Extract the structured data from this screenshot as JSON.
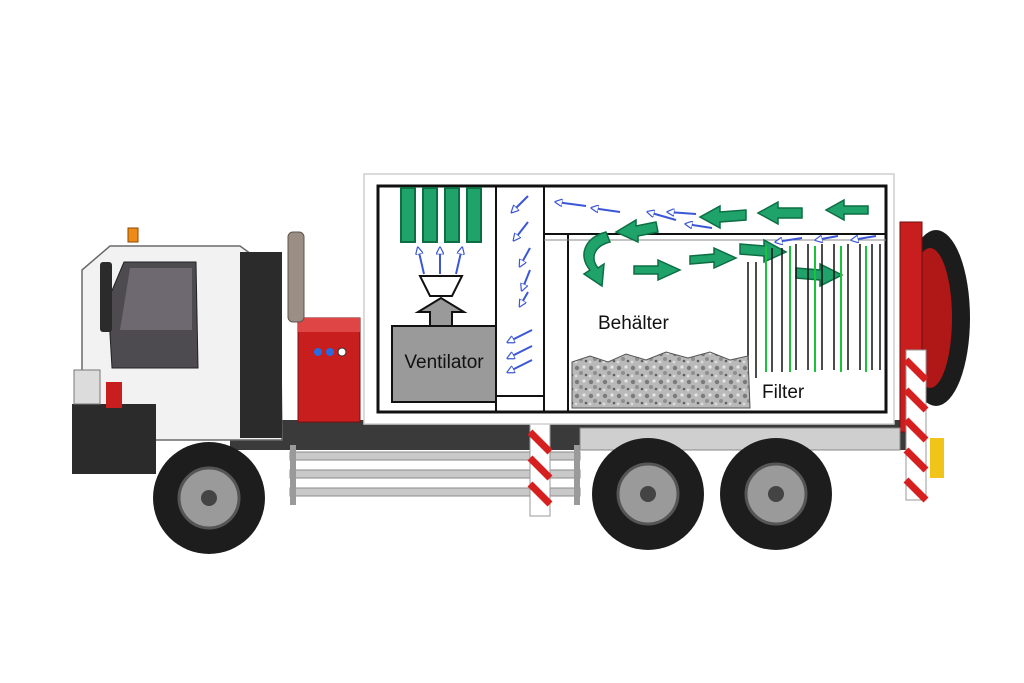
{
  "labels": {
    "ventilator": "Ventilator",
    "container": "Behälter",
    "filter": "Filter"
  },
  "colors": {
    "cab": "#f2f2f2",
    "cab_dark": "#2b2b2b",
    "body_red": "#c81e1e",
    "chassis": "#3a3a3a",
    "green": "#1fa36b",
    "green_stroke": "#0d6e44",
    "airflow_blue": "#3b57d6",
    "fan_gray": "#9a9a9a",
    "panel_outline": "#111111",
    "warning_stripe": "#d62020"
  },
  "icons": {
    "fan": "fan-box",
    "airflow": "blue-outline-arrows",
    "flow": "green-block-arrows"
  }
}
